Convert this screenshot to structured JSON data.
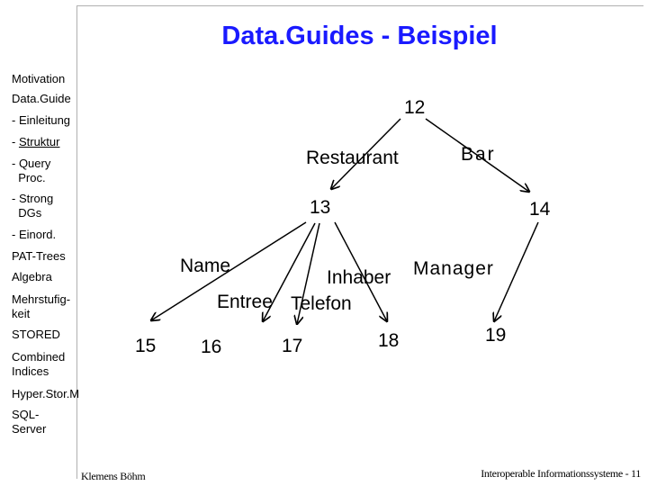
{
  "title": "Data.Guides - Beispiel",
  "nav": [
    {
      "id": "nav-motivation",
      "lines": [
        "Motivation"
      ],
      "underline": false
    },
    {
      "id": "nav-dataguide",
      "lines": [
        "Data.Guide"
      ],
      "underline": false
    },
    {
      "id": "nav-einleitung",
      "lines": [
        "- Einleitung"
      ],
      "underline": false
    },
    {
      "id": "nav-struktur",
      "lines": [
        "- Struktur"
      ],
      "underline": true
    },
    {
      "id": "nav-query",
      "lines": [
        "- Query",
        "  Proc."
      ],
      "underline": false
    },
    {
      "id": "nav-strong",
      "lines": [
        "- Strong",
        "  DGs"
      ],
      "underline": false
    },
    {
      "id": "nav-einord",
      "lines": [
        "- Einord."
      ],
      "underline": false
    },
    {
      "id": "nav-pat",
      "lines": [
        "PAT-Trees"
      ],
      "underline": false
    },
    {
      "id": "nav-algebra",
      "lines": [
        "Algebra"
      ],
      "underline": false
    },
    {
      "id": "nav-mehrstufig",
      "lines": [
        "Mehrstufig-",
        "keit"
      ],
      "underline": false
    },
    {
      "id": "nav-stored",
      "lines": [
        "STORED"
      ],
      "underline": false
    },
    {
      "id": "nav-combined",
      "lines": [
        "Combined",
        "Indices"
      ],
      "underline": false
    },
    {
      "id": "nav-hyperstor",
      "lines": [
        "Hyper.Stor.M"
      ],
      "underline": false
    },
    {
      "id": "nav-sql",
      "lines": [
        "SQL-",
        "Server"
      ],
      "underline": false
    }
  ],
  "tree": {
    "nodes": {
      "n12": "12",
      "n13": "13",
      "n14": "14",
      "n15": "15",
      "n16": "16",
      "n17": "17",
      "n18": "18",
      "n19": "19"
    },
    "edge_labels": {
      "restaurant": "Restaurant",
      "bar": "Bar",
      "name": "Name",
      "entree": "Entree",
      "telefon": "Telefon",
      "inhaber": "Inhaber",
      "manager": "Manager"
    }
  },
  "footer": {
    "author": "Klemens Böhm",
    "course": "Interoperable Informationssysteme - 11"
  }
}
